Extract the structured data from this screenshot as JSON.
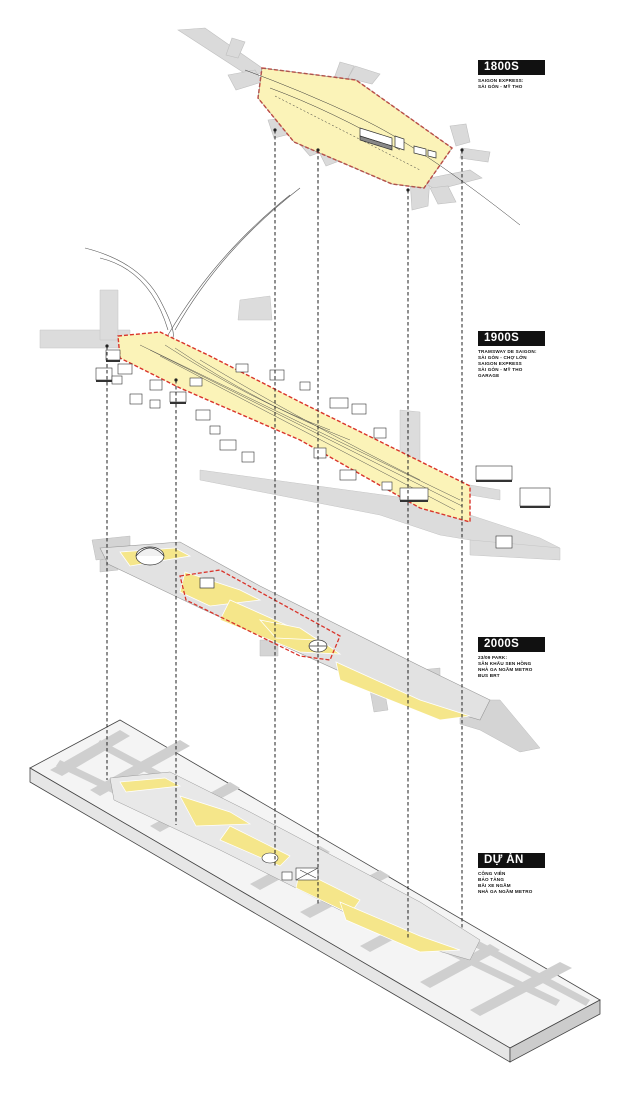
{
  "layers": [
    {
      "id": "1800s",
      "title": "1800S",
      "lines": [
        "SAIGON EXPRESS:",
        "SÀI GÒN - MỸ THO"
      ]
    },
    {
      "id": "1900s",
      "title": "1900S",
      "lines": [
        "TRAMSWAY DE SAIGON:",
        "SÀI GÒN - CHỢ LỚN",
        "SAIGON EXPRESS",
        "SÀI GÒN - MỸ THO",
        "GARAGE"
      ]
    },
    {
      "id": "2000s",
      "title": "2000S",
      "lines": [
        "23/09 PARK:",
        "SÂN KHẤU SEN HỒNG",
        "NHÀ GA NGẦM METRO",
        "BUS BRT"
      ]
    },
    {
      "id": "du-an",
      "title": "DỰ ÁN",
      "lines": [
        "CÔNG VIÊN",
        "BẢO TÀNG",
        "BÃI XE NGẦM",
        "NHÀ GA NGẦM METRO"
      ]
    }
  ],
  "colors": {
    "site_fill": "#fbf3b8",
    "block_fill": "#f5e68a",
    "road_fill": "#dcdcdc",
    "boundary": "#d9342b",
    "line": "#222222",
    "label_bg": "#111111"
  }
}
